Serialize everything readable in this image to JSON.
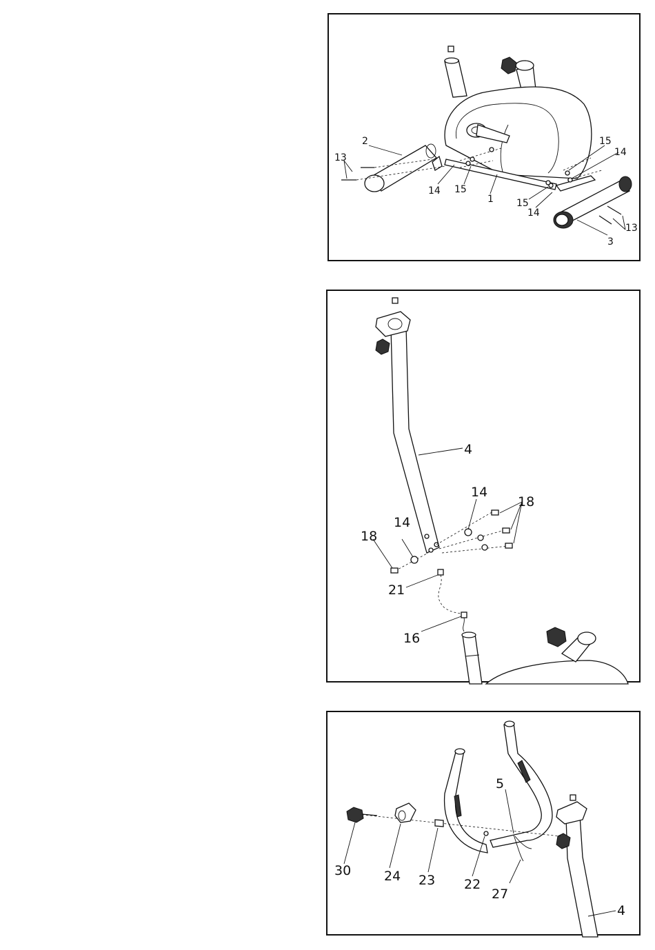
{
  "panels": [
    {
      "labels": [
        "2",
        "13",
        "14",
        "15",
        "1",
        "15",
        "14",
        "15",
        "14",
        "13",
        "3"
      ]
    },
    {
      "labels": [
        "4",
        "14",
        "18",
        "14",
        "18",
        "21",
        "16"
      ]
    },
    {
      "labels": [
        "5",
        "30",
        "24",
        "23",
        "22",
        "27",
        "4"
      ]
    }
  ]
}
